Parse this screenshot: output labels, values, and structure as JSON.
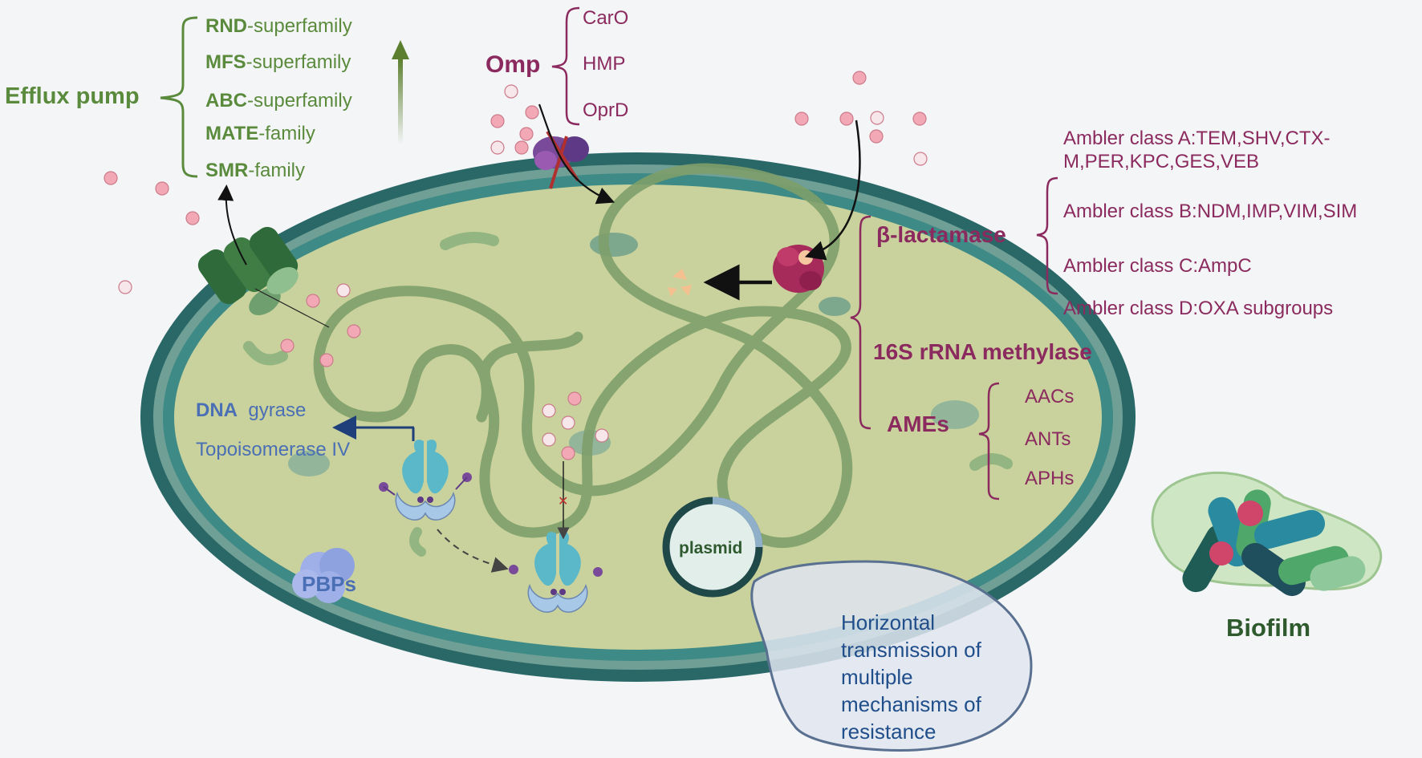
{
  "efflux": {
    "title": "Efflux pump",
    "items": [
      {
        "bold": "RND",
        "rest": "-superfamily"
      },
      {
        "bold": "MFS",
        "rest": "-superfamily"
      },
      {
        "bold": "ABC",
        "rest": "-superfamily"
      },
      {
        "bold": "MATE",
        "rest": "-family"
      },
      {
        "bold": "SMR",
        "rest": "-family"
      }
    ]
  },
  "omp": {
    "title": "Omp",
    "items": [
      "CarO",
      "HMP",
      "OprD"
    ]
  },
  "beta_lactamase": {
    "title": "β-lactamase",
    "classes": [
      "Ambler class A:TEM,SHV,CTX-\nM,PER,KPC,GES,VEB",
      "Ambler class B:NDM,IMP,VIM,SIM",
      "Ambler class C:AmpC",
      "Ambler class D:OXA subgroups"
    ]
  },
  "methylase": "16S rRNA methylase",
  "ames": {
    "title": "AMEs",
    "items": [
      "AACs",
      "ANTs",
      "APHs"
    ]
  },
  "gyrase": {
    "bold": "DNA",
    "rest": "gyrase",
    "topo": "Topoisomerase IV"
  },
  "pbps": "PBPs",
  "plasmid": "plasmid",
  "callout": "Horizontal\ntransmission of\nmultiple\nmechanisms of\nresistance",
  "biofilm": "Biofilm",
  "colors": {
    "green": "#5a8a3c",
    "plum": "#8b2a5e",
    "blue": "#4a6fb5",
    "membrane_outer": "#2e6e6e",
    "cytoplasm": "#c9d29c"
  }
}
